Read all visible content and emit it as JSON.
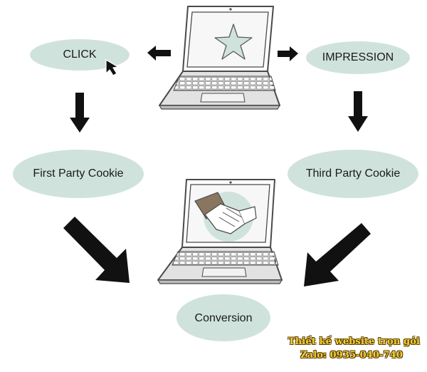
{
  "nodes": {
    "click": "CLICK",
    "impression": "IMPRESSION",
    "first_party": "First Party Cookie",
    "third_party": "Third Party Cookie",
    "conversion": "Conversion"
  },
  "watermark": {
    "line1": "Thiết kế website trọn gói",
    "line2": "Zalo: 0935-040-740"
  },
  "colors": {
    "ellipse_fill": "#cfe3dc",
    "arrow": "#111111",
    "laptop_outline": "#4a4a4a",
    "laptop_body": "#e2e2e2",
    "screen_bg": "#f7f7f7",
    "star_fill": "#cfe3dc",
    "watermark_text": "#f3d23a"
  },
  "icons": {
    "top_laptop": "laptop-star-icon",
    "bottom_laptop": "laptop-handshake-icon",
    "cursor": "mouse-cursor-icon"
  }
}
